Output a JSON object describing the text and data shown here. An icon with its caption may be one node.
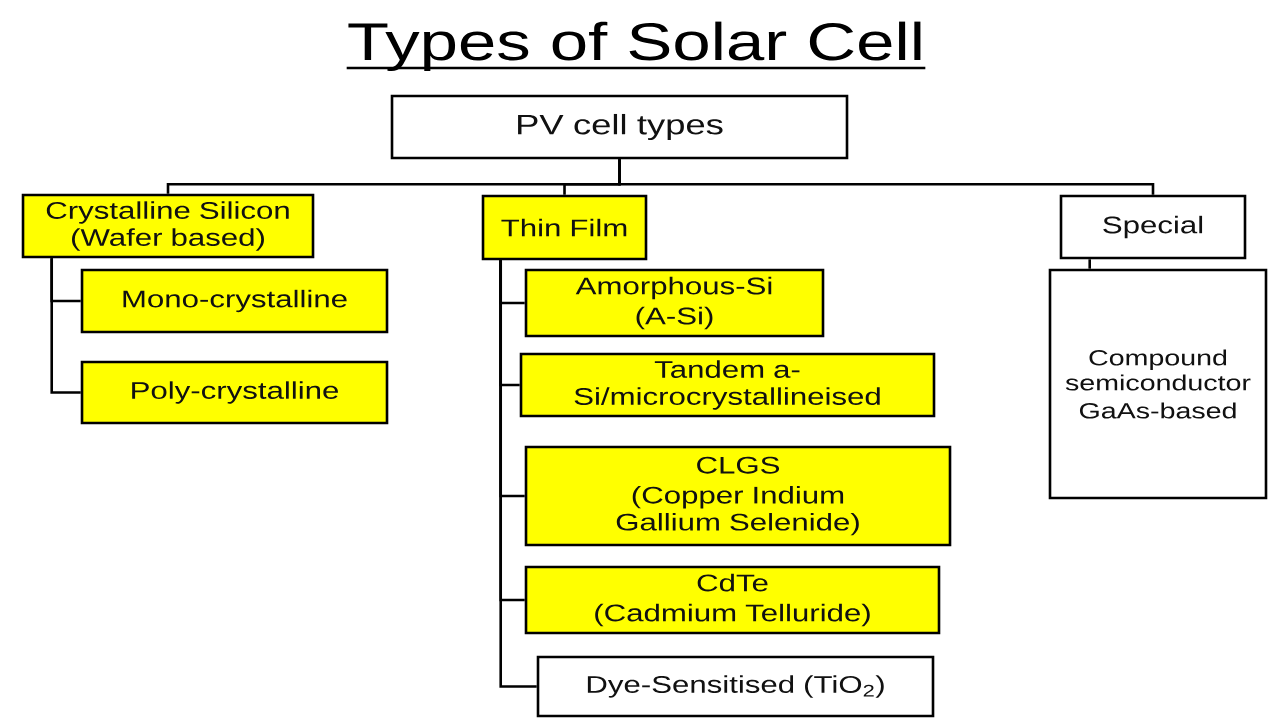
{
  "diagram": {
    "title": "Types of Solar Cell",
    "nodes": [
      {
        "text": [
          "PV cell types"
        ]
      },
      {
        "text": [
          "Crystalline Silicon (Wafer based)"
        ]
      },
      {
        "text": [
          "Mono-crystalline"
        ]
      },
      {
        "text": [
          "Poly-crystalline"
        ]
      },
      {
        "text": [
          "Thin Film"
        ]
      },
      {
        "text": [
          "Amorphous-Si",
          "(A-Si)"
        ]
      },
      {
        "text": [
          "Tandem a-Si/microcrystallineised"
        ]
      },
      {
        "text": [
          "CLGS",
          "(Copper Indium Gallium Selenide)"
        ]
      },
      {
        "text": [
          "CdTe",
          "(Cadmium Telluride)"
        ]
      },
      {
        "text": [
          "Dye-Sensitised (TiO$_{2}$)"
        ]
      },
      {
        "text": [
          "Special"
        ]
      },
      {
        "text": [
          "Compound semiconductor",
          "GaAs-based"
        ]
      }
    ],
    "edges": [
      {
        "from": 0,
        "to": 1,
        "arrow": "none"
      },
      {
        "from": 0,
        "to": 4,
        "arrow": "none"
      },
      {
        "from": 0,
        "to": 10,
        "arrow": "none"
      },
      {
        "from": 1,
        "to": 2,
        "arrow": "none"
      },
      {
        "from": 1,
        "to": 3,
        "arrow": "none"
      },
      {
        "from": 4,
        "to": 5,
        "arrow": "none"
      },
      {
        "from": 4,
        "to": 6,
        "arrow": "none"
      },
      {
        "from": 4,
        "to": 7,
        "arrow": "none"
      },
      {
        "from": 4,
        "to": 8,
        "arrow": "none"
      },
      {
        "from": 4,
        "to": 9,
        "arrow": "none"
      },
      {
        "from": 10,
        "to": 11,
        "arrow": "none"
      }
    ]
  }
}
